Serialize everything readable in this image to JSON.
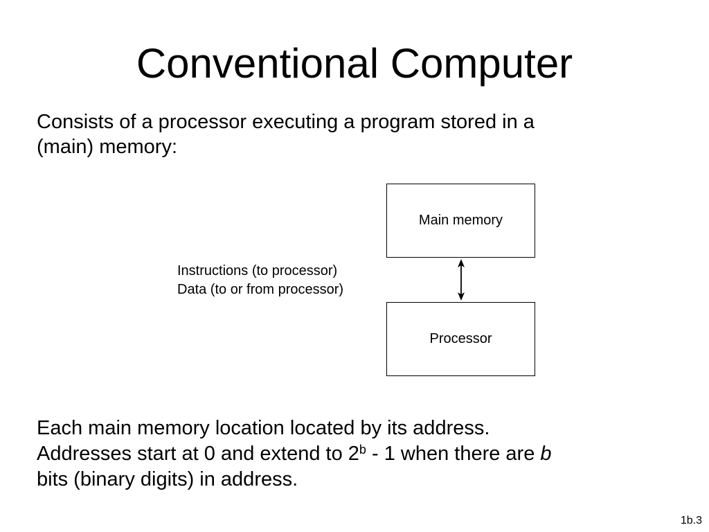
{
  "title": "Conventional Computer",
  "intro": {
    "line1": "Consists of a processor executing a program stored in a",
    "line2": "(main) memory:"
  },
  "diagram": {
    "memory_label": "Main memory",
    "processor_label": "Processor",
    "arrow_labels": [
      "Instructions (to processor)",
      "Data (to or from processor)"
    ]
  },
  "bottom": {
    "line1": "Each main memory location located by its address.",
    "line2_prefix": "Addresses start at 0 and extend to 2",
    "line2_superscript": "b",
    "line2_middle": " - 1 when there are ",
    "line2_italic": "b",
    "line3": "bits (binary digits) in address."
  },
  "slide_number": "1b.3"
}
